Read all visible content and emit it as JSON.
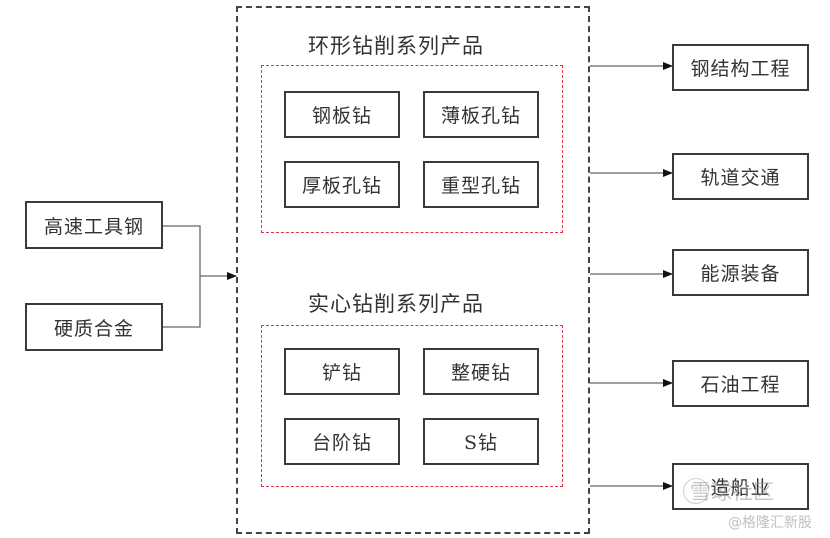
{
  "materials": [
    {
      "label": "高速工具钢"
    },
    {
      "label": "硬质合金"
    }
  ],
  "product_groups": [
    {
      "title": "环形钻削系列产品",
      "items": [
        "钢板钻",
        "薄板孔钻",
        "厚板孔钻",
        "重型孔钻"
      ]
    },
    {
      "title": "实心钻削系列产品",
      "items": [
        "铲钻",
        "整硬钻",
        "台阶钻",
        "S钻"
      ]
    }
  ],
  "applications": [
    {
      "label": "钢结构工程"
    },
    {
      "label": "轨道交通"
    },
    {
      "label": "能源装备"
    },
    {
      "label": "石油工程"
    },
    {
      "label": "造船业"
    }
  ],
  "watermark": {
    "line1": "雪球社区",
    "line2": "@格隆汇新股"
  },
  "colors": {
    "group_border": "#e0304a",
    "box_border": "#3a3a3a",
    "outer_border": "#444444"
  }
}
